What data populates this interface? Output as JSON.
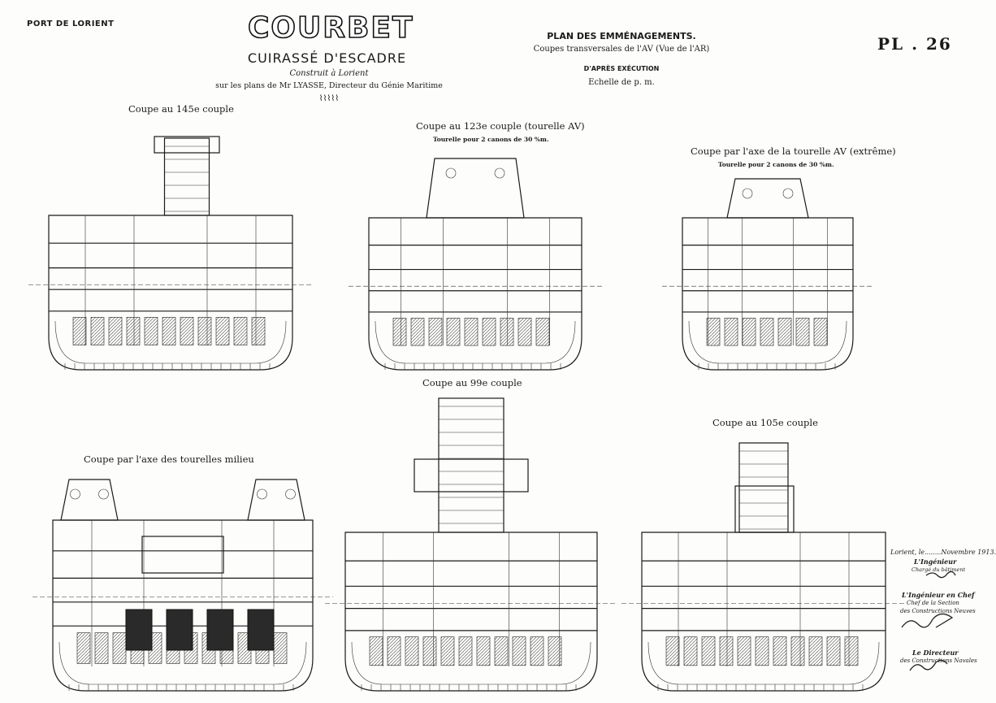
{
  "header": {
    "port": "PORT DE LORIENT",
    "ship_name": "COURBET",
    "ship_type": "CUIRASSÉ D'ESCADRE",
    "built": "Construit à Lorient",
    "plans": "sur les plans de Mr LYASSE, Directeur du Génie Maritime"
  },
  "plan": {
    "title": "PLAN DES EMMÉNAGEMENTS.",
    "subtitle": "Coupes transversales de l'AV (Vue de l'AR)",
    "execution": "D'APRÈS EXÉCUTION",
    "scale": "Echelle de        p. m.",
    "sheet": "PL . 26"
  },
  "sections": [
    {
      "title": "Coupe au 145e couple",
      "subtitle": ""
    },
    {
      "title": "Coupe au 123e couple (tourelle AV)",
      "subtitle": "Tourelle pour 2 canons de 30 %m."
    },
    {
      "title": "Coupe par l'axe de la tourelle AV (extrême)",
      "subtitle": "Tourelle pour 2 canons de 30 %m."
    },
    {
      "title": "Coupe au 99e couple",
      "subtitle": ""
    },
    {
      "title": "Coupe au 105e couple",
      "subtitle": ""
    },
    {
      "title": "Coupe par l'axe des tourelles milieu",
      "subtitle": ""
    }
  ],
  "signatures": {
    "place_date": "Lorient, le........Novembre 1913.",
    "engineer": "L'Ingénieur",
    "engineer_role": "Chargé du bâtiment",
    "chief": "L'Ingénieur en Chef",
    "chief_role": "Chef de la Section",
    "chief_role2": "des Constructions Neuves",
    "director": "Le Directeur",
    "director_role": "des Constructions Navales"
  }
}
